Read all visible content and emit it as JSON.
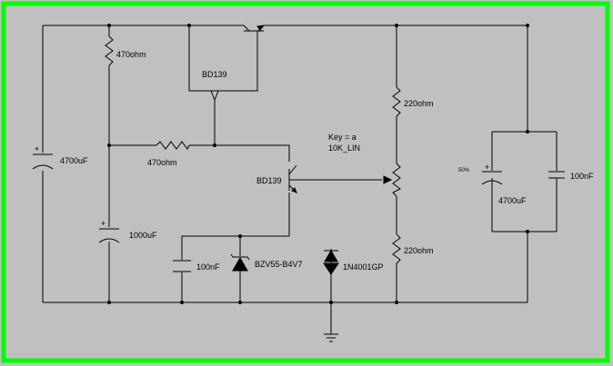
{
  "colors": {
    "background": "#c0c0c0",
    "border": "#00ff00",
    "wire": "#000000"
  },
  "labels": {
    "r_top_left": "470ohm",
    "q_upper": "BD139",
    "r_mid": "470ohm",
    "c_left_big": "4700uF",
    "c_mid_left": "1000uF",
    "q_lower": "BD139",
    "c_small": "100nF",
    "zener": "BZV55-B4V7",
    "diode": "1N4001GP",
    "r_upper_right": "220ohm",
    "pot_key": "Key = a",
    "pot_value": "10K_LIN",
    "r_lower_right": "220ohm",
    "pot_percent": "50%",
    "c_right_big": "4700uF",
    "c_right_small": "100nF"
  }
}
